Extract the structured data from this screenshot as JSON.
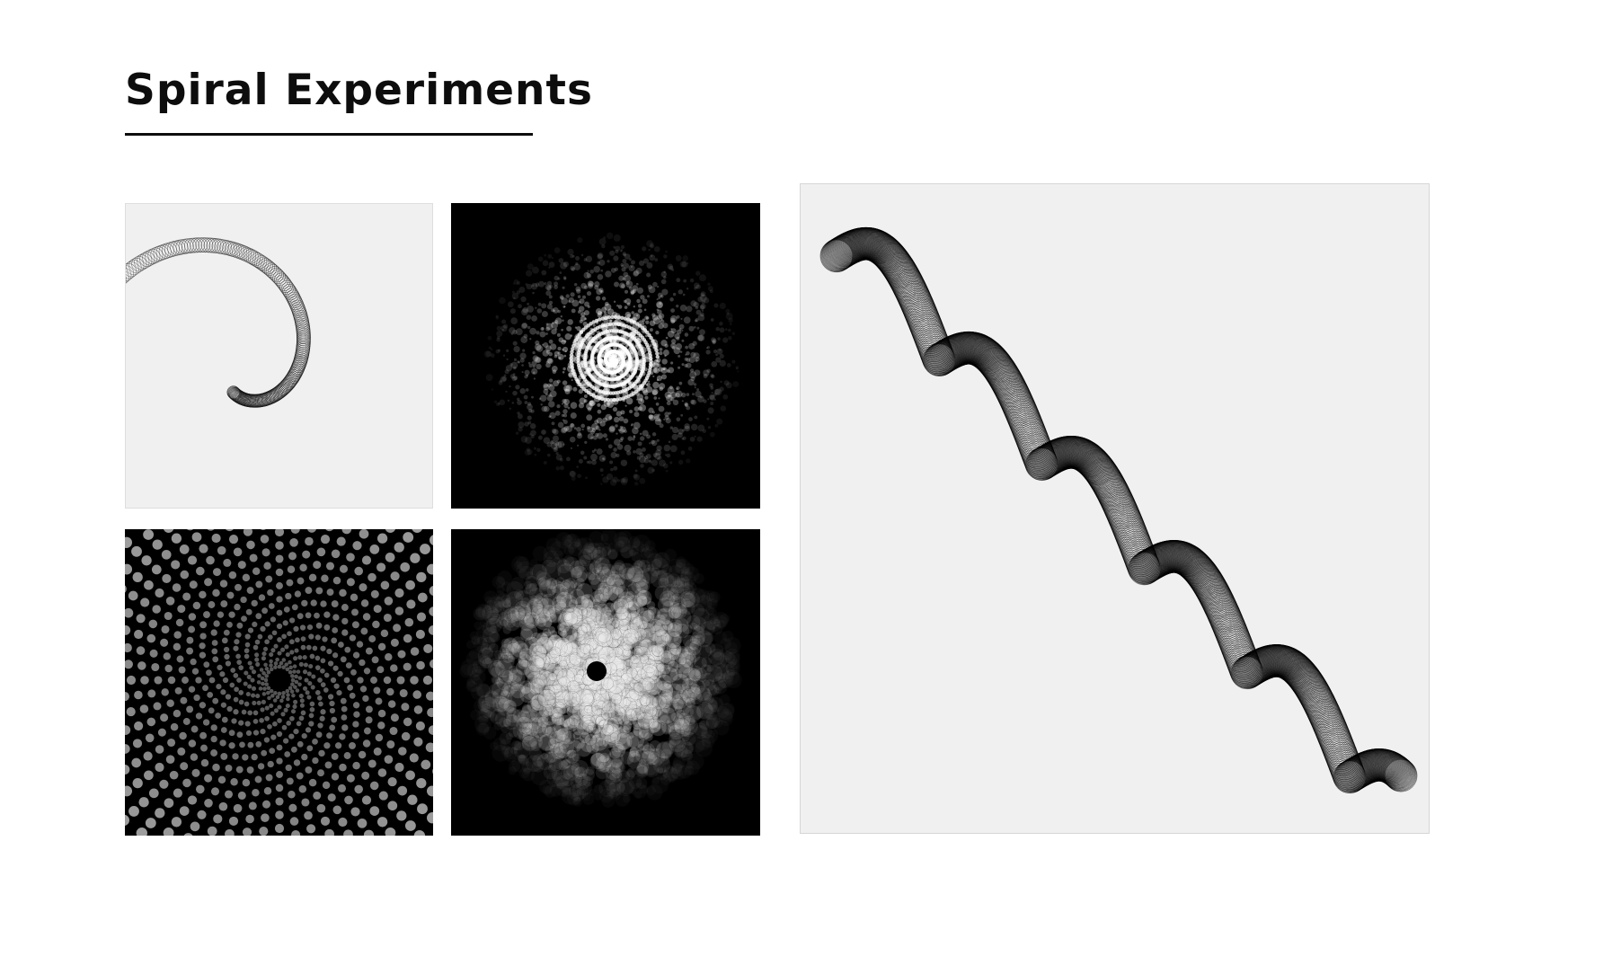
{
  "header": {
    "title": "Spiral Experiments"
  },
  "gallery": {
    "items": [
      {
        "id": "spiral-1",
        "style": "single curling tube on light background"
      },
      {
        "id": "spiral-2",
        "style": "glowing dot spiral on black"
      },
      {
        "id": "spiral-3",
        "style": "radial dot field on black"
      },
      {
        "id": "spiral-4",
        "style": "dense white dot cloud on black"
      },
      {
        "id": "spiral-5",
        "style": "stair-step wavy tube on light background"
      }
    ]
  },
  "colors": {
    "text": "#0d0d0d",
    "light_tile": "#f0f0f0",
    "dark_tile": "#000000"
  }
}
